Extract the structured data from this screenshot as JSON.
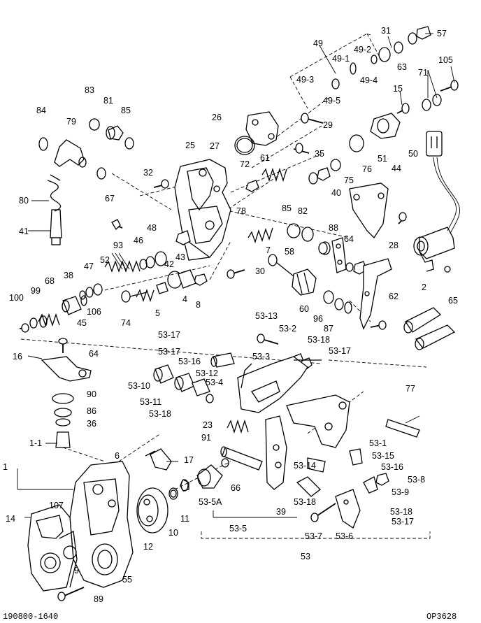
{
  "footer": {
    "left_code": "190800-1640",
    "right_code": "OP3628"
  },
  "callouts": [
    "1",
    "1-1",
    "2",
    "4",
    "5",
    "6",
    "7",
    "8",
    "9",
    "10",
    "11",
    "12",
    "14",
    "15",
    "16",
    "17",
    "23",
    "25",
    "26",
    "27",
    "28",
    "29",
    "30",
    "31",
    "32",
    "35",
    "36",
    "38",
    "39",
    "40",
    "41",
    "42",
    "43",
    "44",
    "45",
    "46",
    "47",
    "48",
    "49",
    "49-1",
    "49-2",
    "49-3",
    "49-4",
    "49-5",
    "50",
    "51",
    "52",
    "53",
    "53-1",
    "53-2",
    "53-3",
    "53-4",
    "53-5",
    "53-5A",
    "53-6",
    "53-7",
    "53-8",
    "53-9",
    "53-10",
    "53-11",
    "53-12",
    "53-13",
    "53-14",
    "53-15",
    "53-16",
    "53-17",
    "53-18",
    "55",
    "57",
    "58",
    "60",
    "61",
    "62",
    "63",
    "64",
    "65",
    "66",
    "67",
    "68",
    "71",
    "72",
    "74",
    "75",
    "76",
    "77",
    "78",
    "79",
    "80",
    "81",
    "82",
    "83",
    "84",
    "85",
    "86",
    "87",
    "88",
    "89",
    "90",
    "91",
    "93",
    "96",
    "99",
    "100",
    "105",
    "106",
    "107"
  ]
}
